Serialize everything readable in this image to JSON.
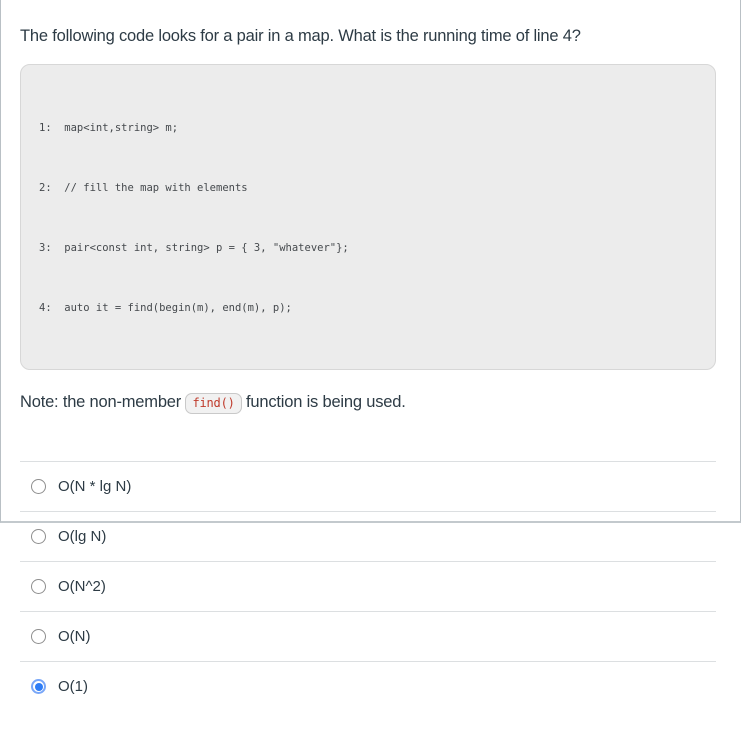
{
  "question": {
    "text": "The following code looks for a pair in a map. What is the running time of line 4?"
  },
  "code_block": {
    "lines": [
      "1:  map<int,string> m;",
      "2:  // fill the map with elements",
      "3:  pair<const int, string> p = { 3, \"whatever\"};",
      "4:  auto it = find(begin(m), end(m), p);"
    ]
  },
  "note": {
    "prefix": "Note: the non-member ",
    "code": "find()",
    "suffix": " function is being used."
  },
  "options": [
    {
      "label": "O(N * lg N)",
      "selected": false
    },
    {
      "label": "O(lg N)",
      "selected": false
    },
    {
      "label": "O(N^2)",
      "selected": false
    },
    {
      "label": "O(N)",
      "selected": false
    },
    {
      "label": "O(1)",
      "selected": true
    }
  ],
  "colors": {
    "text": "#2d3b45",
    "code_text": "#45494d",
    "code_background": "#ececec",
    "inline_code_red": "#bf3a2b",
    "radio_selected_blue": "#2f7df6",
    "divider": "#dcdfe1",
    "card_border": "#b9c0c5"
  }
}
